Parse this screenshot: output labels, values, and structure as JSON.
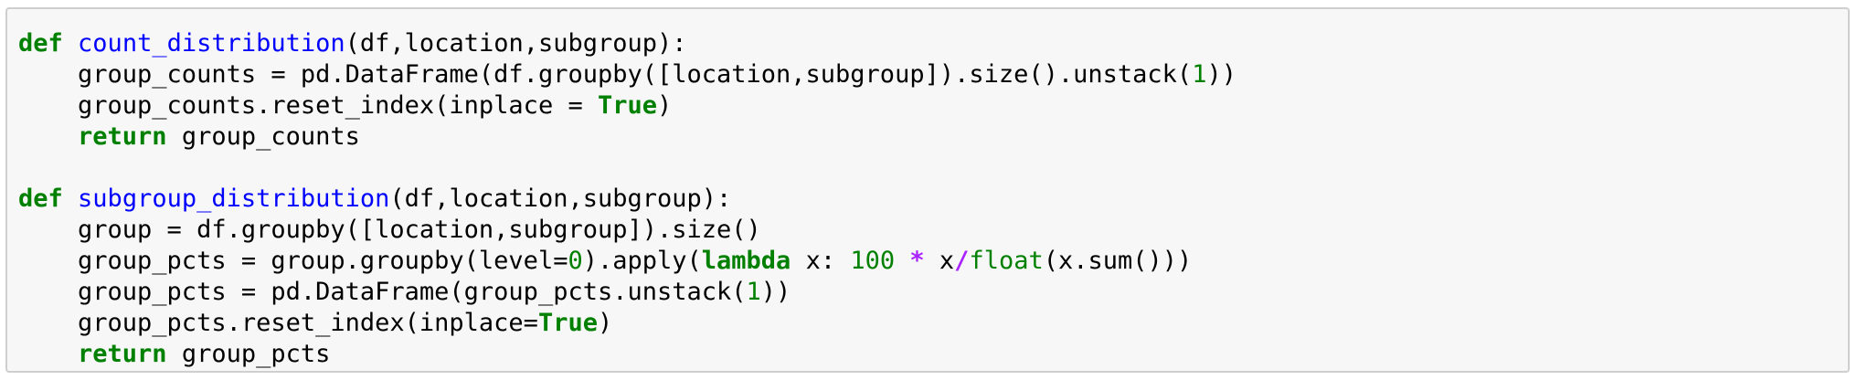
{
  "code_cell": {
    "lines": [
      [
        {
          "t": "def",
          "c": "kw"
        },
        {
          "t": " ",
          "c": "plain"
        },
        {
          "t": "count_distribution",
          "c": "fn"
        },
        {
          "t": "(df,location,subgroup):",
          "c": "plain"
        }
      ],
      [
        {
          "t": "    group_counts = pd.DataFrame(df.groupby([location,subgroup]).size().unstack(",
          "c": "plain"
        },
        {
          "t": "1",
          "c": "num"
        },
        {
          "t": "))",
          "c": "plain"
        }
      ],
      [
        {
          "t": "    group_counts.reset_index(inplace = ",
          "c": "plain"
        },
        {
          "t": "True",
          "c": "kw"
        },
        {
          "t": ")",
          "c": "plain"
        }
      ],
      [
        {
          "t": "    ",
          "c": "plain"
        },
        {
          "t": "return",
          "c": "kw"
        },
        {
          "t": " group_counts",
          "c": "plain"
        }
      ],
      [],
      [
        {
          "t": "def",
          "c": "kw"
        },
        {
          "t": " ",
          "c": "plain"
        },
        {
          "t": "subgroup_distribution",
          "c": "fn"
        },
        {
          "t": "(df,location,subgroup):",
          "c": "plain"
        }
      ],
      [
        {
          "t": "    group = df.groupby([location,subgroup]).size()",
          "c": "plain"
        }
      ],
      [
        {
          "t": "    group_pcts = group.groupby(level=",
          "c": "plain"
        },
        {
          "t": "0",
          "c": "num"
        },
        {
          "t": ").apply(",
          "c": "plain"
        },
        {
          "t": "lambda",
          "c": "kw"
        },
        {
          "t": " x: ",
          "c": "plain"
        },
        {
          "t": "100",
          "c": "num"
        },
        {
          "t": " ",
          "c": "plain"
        },
        {
          "t": "*",
          "c": "op"
        },
        {
          "t": " x",
          "c": "plain"
        },
        {
          "t": "/",
          "c": "op"
        },
        {
          "t": "float",
          "c": "bi"
        },
        {
          "t": "(x.sum()))",
          "c": "plain"
        }
      ],
      [
        {
          "t": "    group_pcts = pd.DataFrame(group_pcts.unstack(",
          "c": "plain"
        },
        {
          "t": "1",
          "c": "num"
        },
        {
          "t": "))",
          "c": "plain"
        }
      ],
      [
        {
          "t": "    group_pcts.reset_index(inplace=",
          "c": "plain"
        },
        {
          "t": "True",
          "c": "kw"
        },
        {
          "t": ")",
          "c": "plain"
        }
      ],
      [
        {
          "t": "    ",
          "c": "plain"
        },
        {
          "t": "return",
          "c": "kw"
        },
        {
          "t": " group_pcts",
          "c": "plain"
        }
      ]
    ]
  },
  "colors": {
    "keyword": "#008000",
    "function_name": "#0000ff",
    "number": "#008000",
    "operator": "#aa22ff",
    "background": "#f7f7f7",
    "border": "#cfcfcf"
  }
}
